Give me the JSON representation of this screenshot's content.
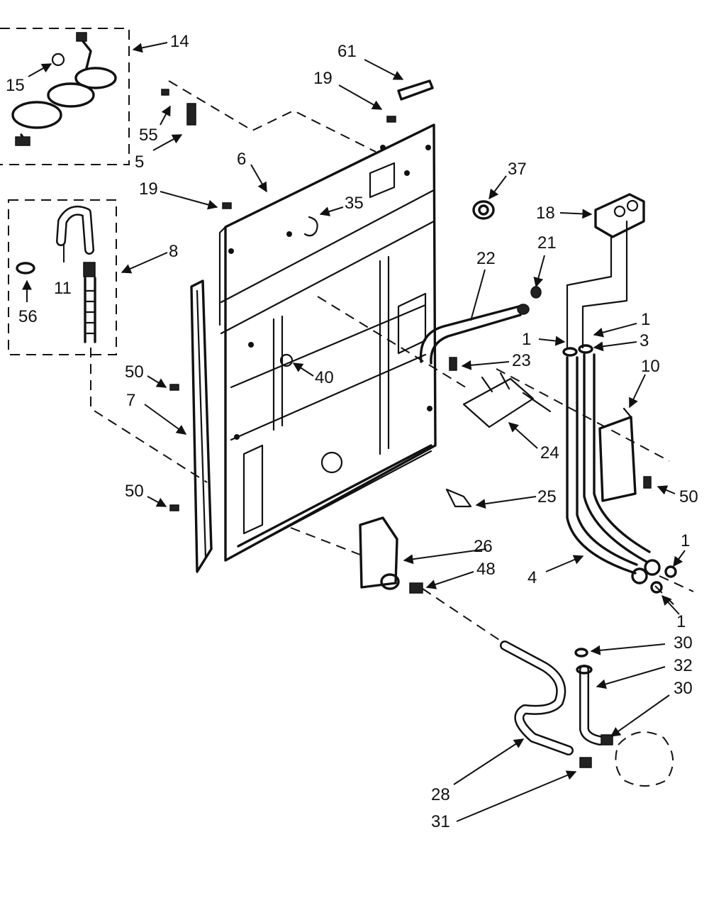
{
  "diagram": {
    "part_numbers": [
      "14",
      "15",
      "55",
      "5",
      "61",
      "19",
      "6",
      "37",
      "18",
      "19",
      "35",
      "21",
      "8",
      "11",
      "56",
      "22",
      "1",
      "1",
      "3",
      "23",
      "10",
      "40",
      "50",
      "7",
      "24",
      "50",
      "25",
      "50",
      "26",
      "48",
      "1",
      "4",
      "1",
      "30",
      "32",
      "30",
      "28",
      "31"
    ]
  }
}
